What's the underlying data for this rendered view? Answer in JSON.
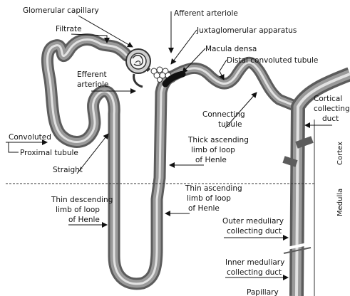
{
  "labels": {
    "glomerular_capillary": "Glomerular capillary",
    "filtrate": "Filtrate",
    "afferent_arteriole": "Afferent arteriole",
    "juxtaglomerular_apparatus": "Juxtaglomerular apparatus",
    "macula_densa": "Macula densa",
    "distal_convoluted_tubule": "Distal convoluted tubule",
    "efferent_arteriole_1": "Efferent",
    "efferent_arteriole_2": "arteriole",
    "cortical_collecting_duct_1": "Cortical",
    "cortical_collecting_duct_2": "collecting",
    "cortical_collecting_duct_3": "duct",
    "connecting_tubule_1": "Connecting",
    "connecting_tubule_2": "tubule",
    "convoluted": "Convoluted",
    "proximal_tubule": "Proximal tubule",
    "straight": "Straight",
    "thick_ascending_1": "Thick ascending",
    "thick_ascending_2": "limb of loop",
    "thick_ascending_3": "of Henle",
    "thin_ascending_1": "Thin ascending",
    "thin_ascending_2": "limb of loop",
    "thin_ascending_3": "of Henle",
    "thin_descending_1": "Thin descending",
    "thin_descending_2": "limb of loop",
    "thin_descending_3": "of Henle",
    "outer_medullary_1": "Outer meduliary",
    "outer_medullary_2": "collecting duct",
    "inner_medullary_1": "Inner meduliary",
    "inner_medullary_2": "collecting duct",
    "papillary": "Papillary"
  },
  "regions": {
    "cortex": "Cortex",
    "medulla": "Medulla"
  },
  "colors": {
    "tubule_outer": "#5c5c5c",
    "tubule_inner": "#9a9a9a",
    "tubule_core": "#d9d9d9",
    "macula_densa": "#111111"
  }
}
